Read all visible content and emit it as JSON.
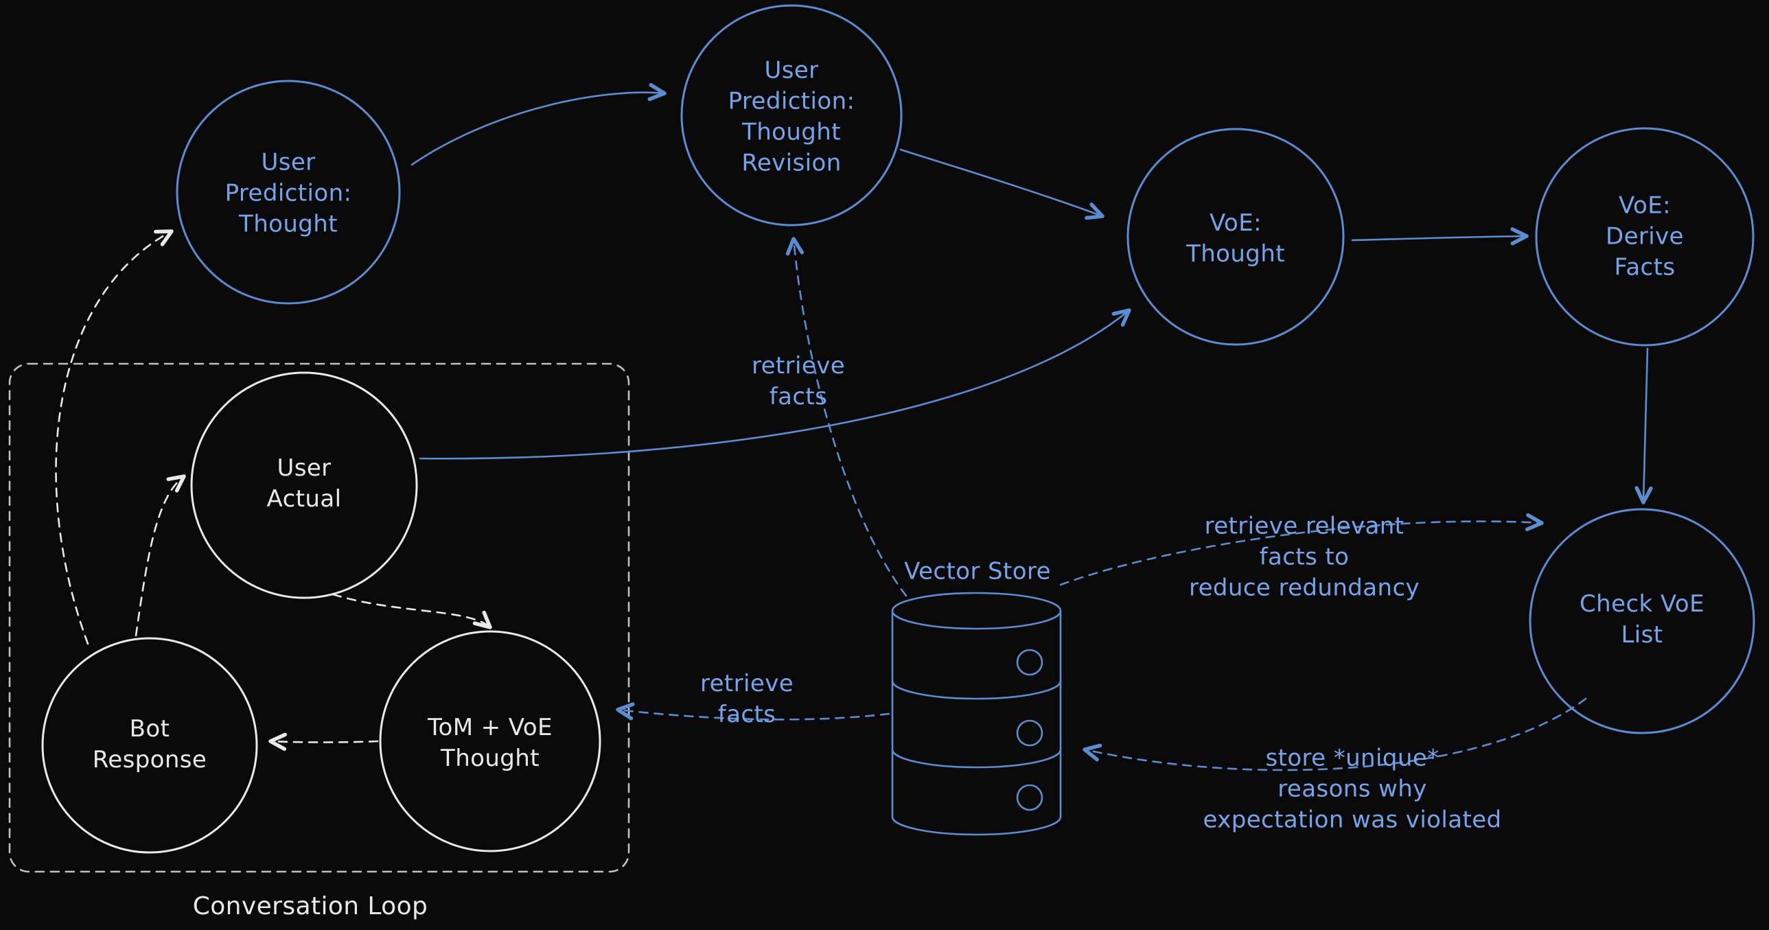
{
  "colors": {
    "background": "#0a0a0b",
    "blue": "#5b8dd2",
    "blue_text": "#74a4ea",
    "white": "#e9e9ed",
    "gray": "#bfbfc6"
  },
  "nodes": {
    "user_prediction_thought": {
      "label": "User\nPrediction:\nThought"
    },
    "user_prediction_thought_revision": {
      "label": "User\nPrediction:\nThought\nRevision"
    },
    "voe_thought": {
      "label": "VoE:\nThought"
    },
    "voe_derive_facts": {
      "label": "VoE: Derive\nFacts"
    },
    "check_voe_list": {
      "label": "Check VoE\nList"
    },
    "user_actual": {
      "label": "User\nActual"
    },
    "tom_voe_thought": {
      "label": "ToM + VoE\nThought"
    },
    "bot_response": {
      "label": "Bot\nResponse"
    },
    "vector_store": {
      "label": "Vector Store"
    }
  },
  "edge_labels": {
    "retrieve_facts_top": "retrieve\nfacts",
    "retrieve_relevant": "retrieve relevant\nfacts to\nreduce redundancy",
    "retrieve_facts_left": "retrieve\nfacts",
    "store_unique": "store *unique*\nreasons why\nexpectation was violated"
  },
  "groups": {
    "conversation_loop": "Conversation Loop"
  }
}
